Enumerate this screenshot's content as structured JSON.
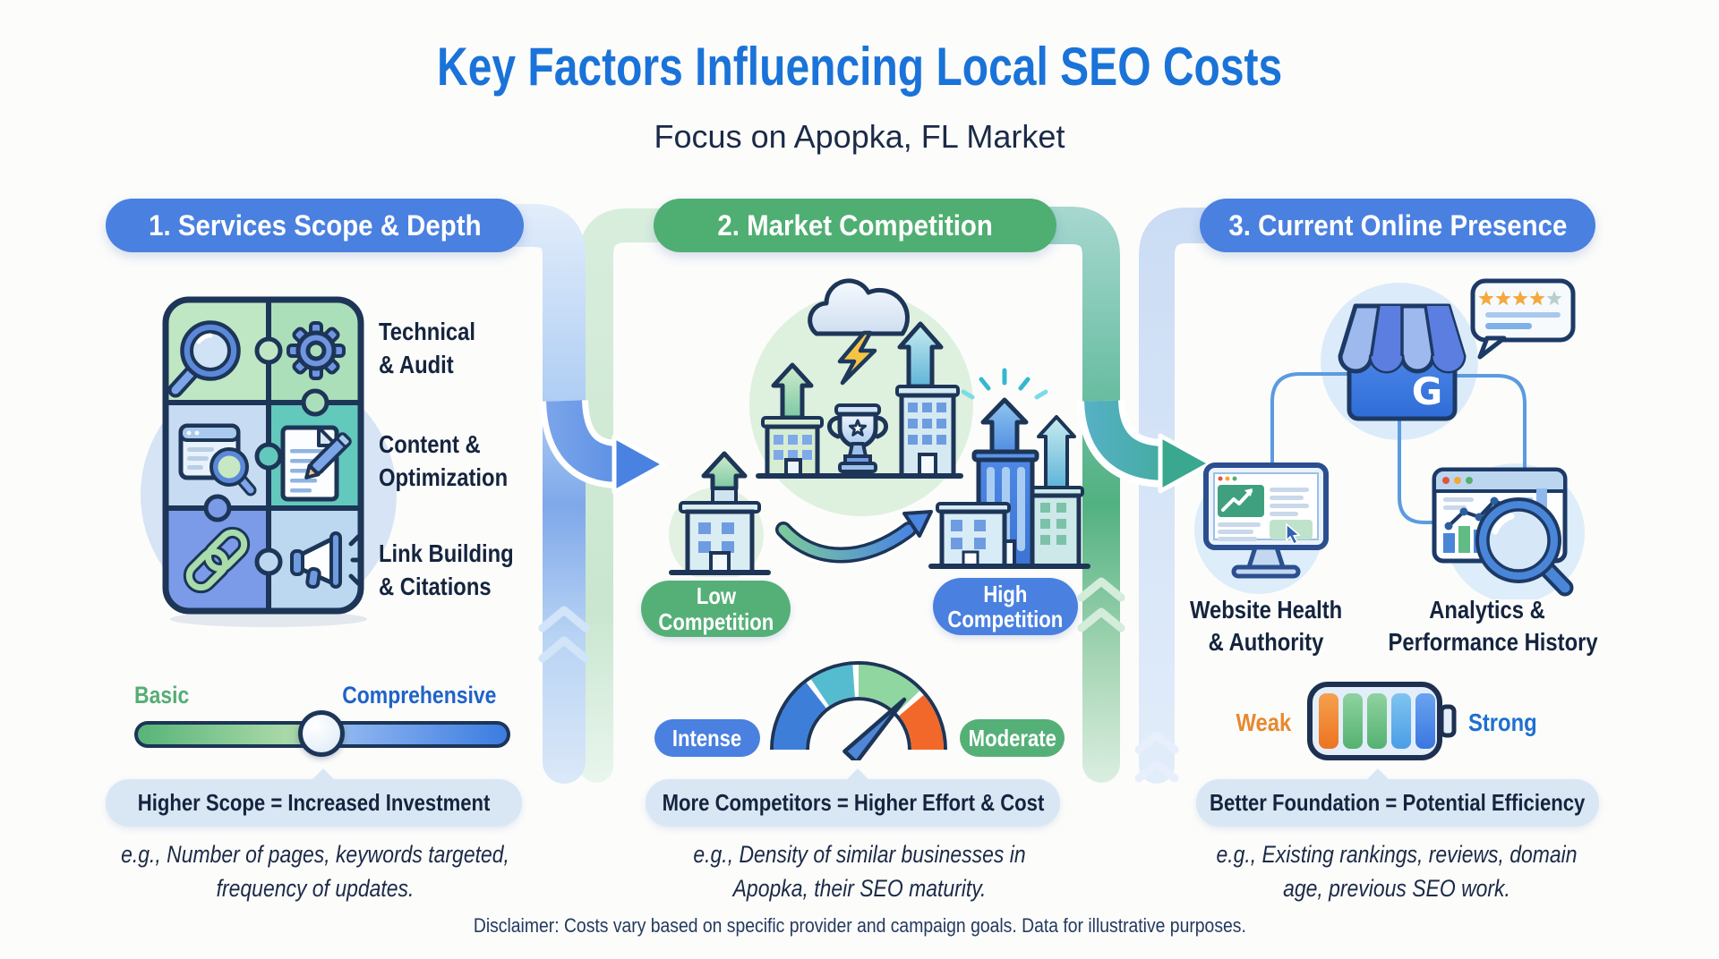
{
  "title": "Key Factors Influencing Local SEO Costs",
  "subtitle": "Focus on Apopka, FL Market",
  "col1": {
    "header": "1. Services Scope & Depth",
    "services": [
      [
        "Technical",
        "& Audit"
      ],
      [
        "Content &",
        "Optimization"
      ],
      [
        "Link Building",
        "& Citations"
      ]
    ],
    "slider": {
      "left": "Basic",
      "right": "Comprehensive"
    },
    "caption": "Higher Scope = Increased Investment",
    "example": [
      "e.g., Number of pages, keywords targeted,",
      "frequency of updates."
    ]
  },
  "col2": {
    "header": "2. Market Competition",
    "badge_low": [
      "Low",
      "Competition"
    ],
    "badge_high": [
      "High",
      "Competition"
    ],
    "gauge_labels": {
      "left": "Intense",
      "right": "Moderate"
    },
    "caption": "More Competitors = Higher Effort & Cost",
    "example": [
      "e.g., Density of similar businesses in",
      "Apopka, their SEO maturity."
    ]
  },
  "col3": {
    "header": "3. Current Online Presence",
    "google_letter": "G",
    "items": [
      [
        "Website Health",
        "& Authority"
      ],
      [
        "Analytics &",
        "Performance History"
      ]
    ],
    "meter": {
      "left": "Weak",
      "right": "Strong"
    },
    "caption": "Better Foundation = Potential Efficiency",
    "example": [
      "e.g., Existing rankings, reviews, domain",
      "age, previous SEO work."
    ]
  },
  "disclaimer": "Disclaimer: Costs vary based on specific provider and campaign goals. Data for illustrative purposes.",
  "colors": {
    "title_blue": "#1a73d8",
    "header_blue": "#4a80e0",
    "header_green": "#4fae72",
    "badge_green": "#55b078",
    "badge_blue": "#4a80e0",
    "caption_bg": "#d9e7f5",
    "weak_orange": "#e8882f",
    "strong_blue": "#1e6fd0",
    "basic_green": "#55ad74",
    "comprehensive_blue": "#1e63c8",
    "gauge_segments": [
      "#3d7ed8",
      "#55bcd0",
      "#8fd6a0",
      "#f2682a"
    ],
    "battery_cells": [
      "#ed7f2c",
      "#63bb7d",
      "#5cb878",
      "#58aeec",
      "#3f7ee6"
    ],
    "navy_outline": "#1d3557"
  }
}
